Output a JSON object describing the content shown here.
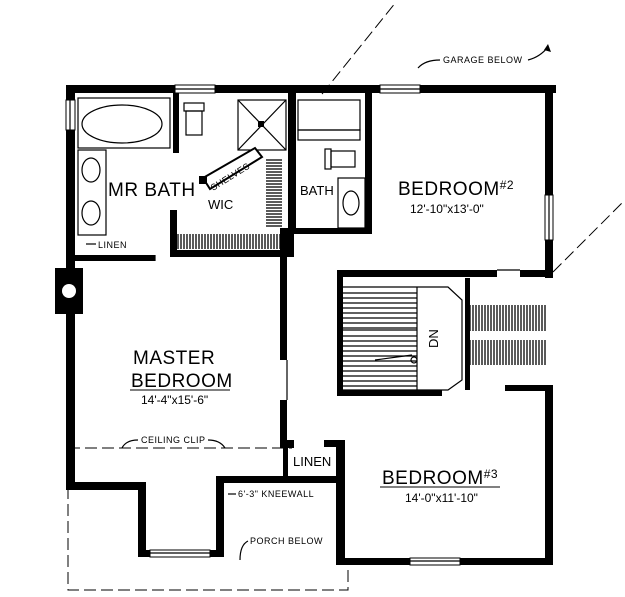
{
  "rooms": {
    "mr_bath": "MR BATH",
    "wic": "WIC",
    "shelves": "SHELVES",
    "bath": "BATH",
    "bedroom2": "BEDROOM",
    "bedroom2_sup": "#2",
    "bedroom2_dim": "12'-10\"x13'-0\"",
    "master_line1": "MASTER",
    "master_line2": "BEDROOM",
    "master_dim": "14'-4\"x15'-6\"",
    "bedroom3": "BEDROOM",
    "bedroom3_sup": "#3",
    "bedroom3_dim": "14'-0\"x11'-10\"",
    "linen_closet": "LINEN"
  },
  "notes": {
    "garage_below": "GARAGE BELOW",
    "linen": "LINEN",
    "ceiling_clip": "CEILING CLIP",
    "kneewall": "6'-3\" KNEEWALL",
    "porch_below": "PORCH BELOW",
    "stair": "DN"
  }
}
